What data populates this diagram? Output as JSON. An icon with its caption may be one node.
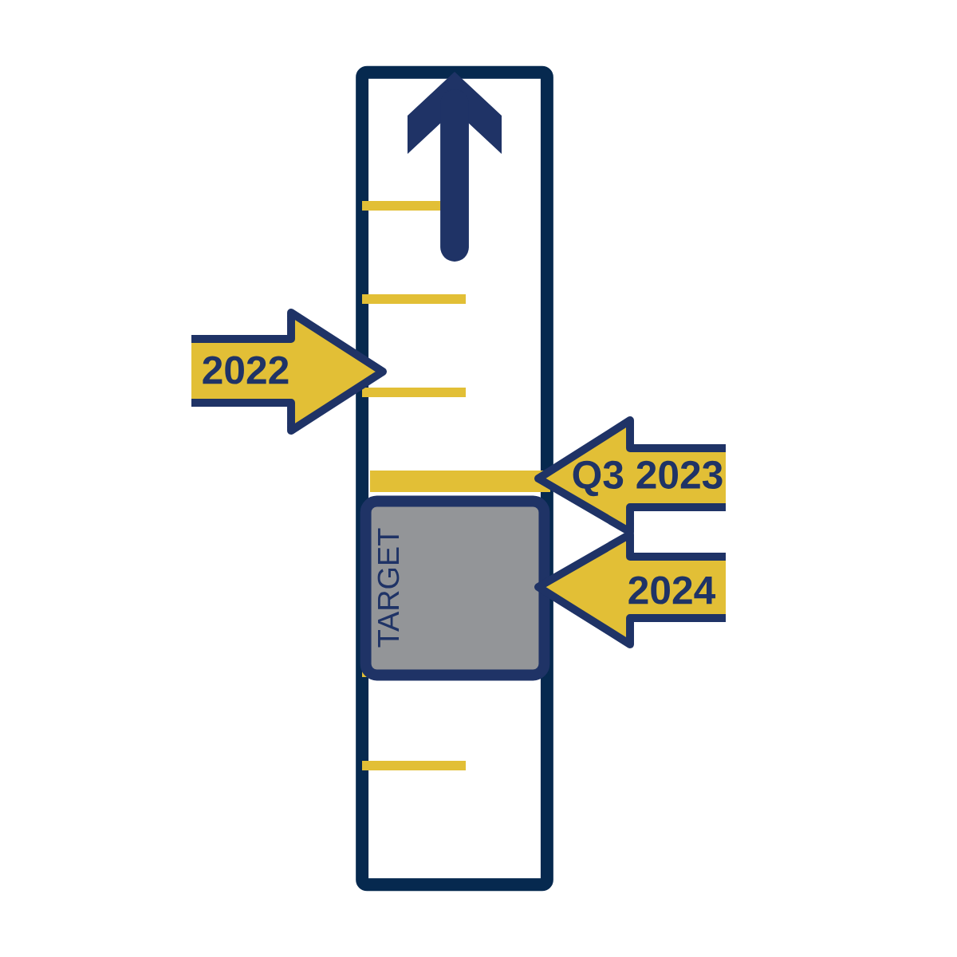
{
  "diagram": {
    "nodes": [
      {
        "text": [],
        "shape": "box"
      },
      {
        "text": [
          "TARGET"
        ],
        "in": 0
      },
      {
        "text": [
          "2022"
        ]
      },
      {
        "text": [
          "Q3 2023"
        ]
      },
      {
        "text": [
          "2024"
        ]
      }
    ]
  }
}
